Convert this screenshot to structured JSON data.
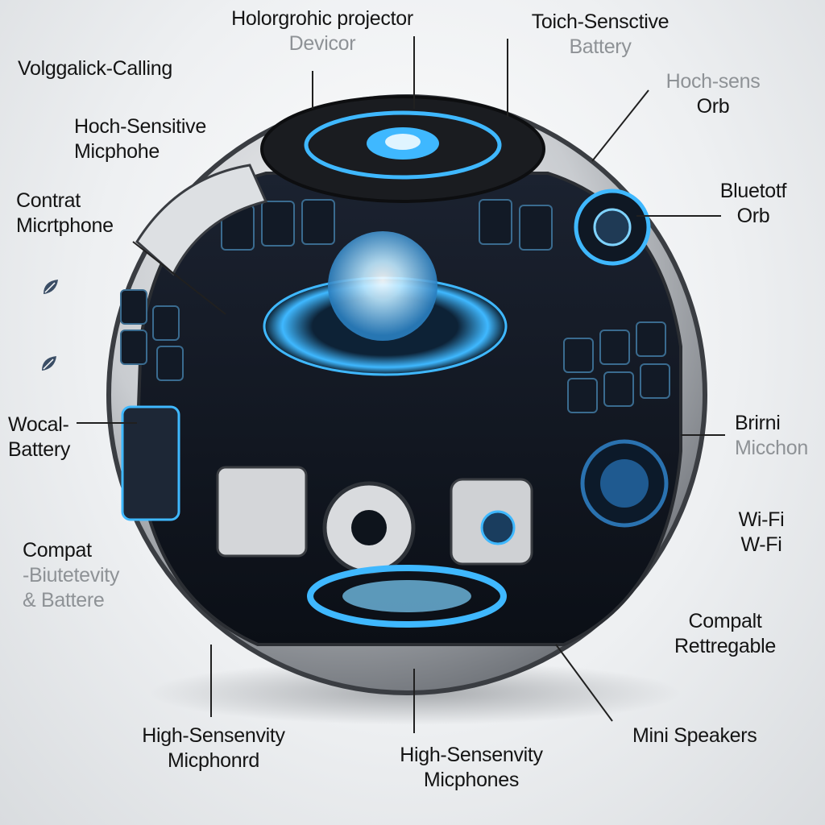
{
  "labels": {
    "holographic": {
      "lines": [
        "Holorgrohic projector",
        "Devicor"
      ]
    },
    "touch_sensitive": {
      "lines": [
        "Toich-Sensctive",
        "Battery"
      ]
    },
    "voice_calling": {
      "lines": [
        "Volggalick-Calling"
      ]
    },
    "touch_orb": {
      "lines": [
        "Hoch-sens",
        "Orb"
      ]
    },
    "high_sens_mic_top": {
      "lines": [
        "Hoch-Sensitive",
        "Micphohe"
      ]
    },
    "compact_mic": {
      "lines": [
        "Contrat",
        "Micrtphone"
      ]
    },
    "bluetooth_orb": {
      "lines": [
        "Bluetotf",
        "Orb"
      ]
    },
    "vocal_battery": {
      "lines": [
        "Wocal-",
        "Battery"
      ]
    },
    "brini_mic": {
      "lines": [
        "Brirni",
        "Micchon"
      ]
    },
    "compact_bluetooth": {
      "lines": [
        "Compat",
        "-Biutetevity",
        "& Battere"
      ]
    },
    "wifi": {
      "lines": [
        "Wi-Fi",
        "W-Fi"
      ]
    },
    "compact_rechargeable": {
      "lines": [
        "Compalt",
        "Rettregable"
      ]
    },
    "high_sens_mic_left": {
      "lines": [
        "High-Sensenvity",
        "Micphonrd"
      ]
    },
    "high_sens_mic_center": {
      "lines": [
        "High-Sensenvity",
        "Micphones"
      ]
    },
    "mini_speakers": {
      "lines": [
        "Mini Speakers"
      ]
    }
  },
  "colors": {
    "glow": "#3fb8ff",
    "glow_core": "#bfe9ff",
    "shell_light": "#e3e5e8",
    "shell_dark": "#2b2e33",
    "panel": "#151a22",
    "line": "#202020"
  },
  "icons": [
    "leaf-icon",
    "leaf-icon"
  ]
}
